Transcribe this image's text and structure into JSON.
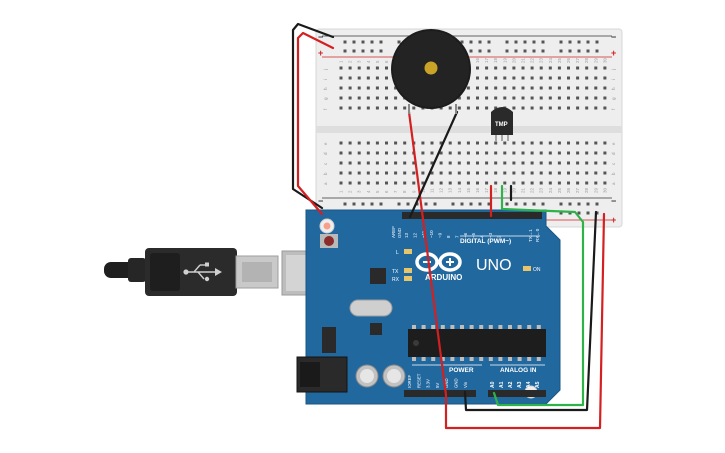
{
  "board": {
    "brand": "ARDUINO",
    "model": "UNO",
    "digital_label": "DIGITAL (PWM~)",
    "power_label": "POWER",
    "analog_label": "ANALOG IN",
    "on_label": "ON",
    "led_l": "L",
    "led_tx": "TX",
    "led_rx": "RX",
    "aref": "AREF",
    "gnd": "GND",
    "tx": "TX→1",
    "rx": "RX←0",
    "power_pins": [
      "IOREF",
      "RESET",
      "3.3V",
      "5V",
      "GND",
      "GND",
      "Vin"
    ],
    "analog_pins": [
      "A0",
      "A1",
      "A2",
      "A3",
      "A4",
      "A5"
    ],
    "digital_pins": [
      "13",
      "12",
      "~11",
      "~10",
      "~9",
      "8",
      "7",
      "~6",
      "~5",
      "4",
      "~3",
      "2"
    ]
  },
  "sensor": {
    "label": "TMP"
  },
  "breadboard": {
    "columns": [
      "1",
      "2",
      "3",
      "4",
      "5",
      "6",
      "7",
      "8",
      "9",
      "10",
      "11",
      "12",
      "13",
      "14",
      "15",
      "16",
      "17",
      "18",
      "19",
      "20",
      "21",
      "22",
      "23",
      "24",
      "25",
      "26",
      "27",
      "28",
      "29",
      "30"
    ],
    "rows_top": [
      "j",
      "i",
      "h",
      "g",
      "f"
    ],
    "rows_bottom": [
      "e",
      "d",
      "c",
      "b",
      "a"
    ],
    "rail_minus": "−",
    "rail_plus": "+"
  },
  "colors": {
    "board": "#21689f",
    "wire_red": "#d42020",
    "wire_black": "#1a1a1a",
    "wire_green": "#2db34a",
    "breadboard": "#eeeeee",
    "buzzer": "#1c1c1c",
    "buzzer_center": "#c9a227"
  }
}
